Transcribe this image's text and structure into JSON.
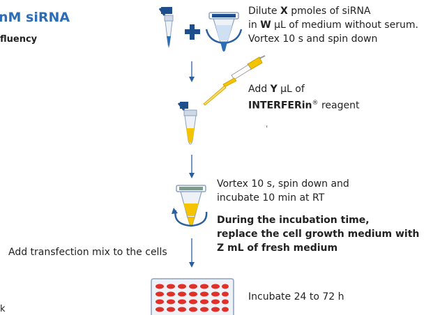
{
  "header": {
    "title": "nM siRNA",
    "subtitle": "fluency"
  },
  "steps": {
    "dilute": {
      "line1_pre": "Dilute ",
      "line1_var": "X",
      "line1_post": " pmoles of siRNA",
      "line2_pre": "in ",
      "line2_var": "W",
      "line2_post": " µL of medium without serum.",
      "line3": "Vortex 10 s and spin down"
    },
    "add_reagent": {
      "line1_pre": "Add ",
      "line1_var": "Y",
      "line1_post": " µL of",
      "line2": "INTERFERin",
      "line2_sup": "®",
      "line2_post": " reagent"
    },
    "vortex": {
      "line1": "Vortex 10 s,  spin down and",
      "line2": "incubate 10 min at RT"
    },
    "incubation_note": {
      "line1": "During the incubation time,",
      "line2": "replace the cell growth medium with",
      "line3": "Z mL of fresh medium"
    },
    "add_mix": "Add transfection mix to the cells",
    "incubate": "Incubate 24 to 72 h"
  },
  "footer": {
    "corner_text": "k"
  },
  "colors": {
    "blue": "#2d6db5",
    "dark_blue": "#1f4e8c",
    "yellow": "#f5c400",
    "red": "#e0302a",
    "arrow": "#2b5f9e"
  },
  "icons": [
    "tube-icon",
    "plus-icon",
    "tube-open-icon",
    "pipette-icon",
    "tube-yellow-icon",
    "vortex-tube-icon",
    "rotation-arrow-icon",
    "well-plate-icon",
    "down-arrow-icon"
  ]
}
